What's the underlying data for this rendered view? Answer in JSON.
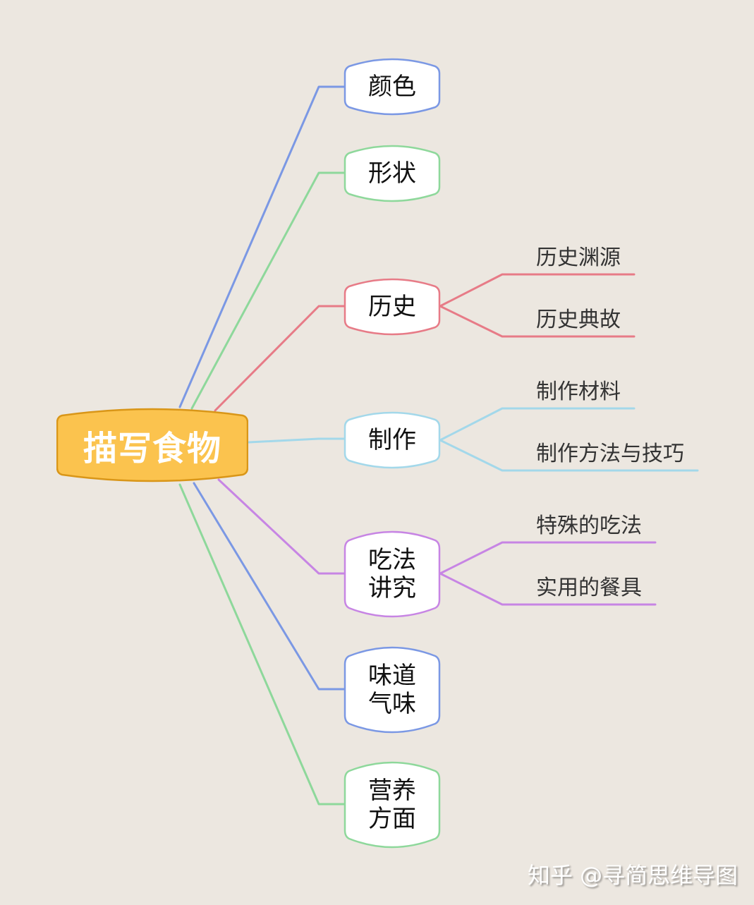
{
  "root": {
    "label": "描写食物",
    "fill": "#fbc34e",
    "stroke": "#d99618"
  },
  "branches": [
    {
      "label": "颜色",
      "color": "#7b98e4",
      "children": []
    },
    {
      "label": "形状",
      "color": "#8ed89b",
      "children": []
    },
    {
      "label": "历史",
      "color": "#e77b87",
      "children": [
        "历史渊源",
        "历史典故"
      ]
    },
    {
      "label": "制作",
      "color": "#a3d8ea",
      "children": [
        "制作材料",
        "制作方法与技巧"
      ]
    },
    {
      "label": "吃法\n讲究",
      "color": "#c785e4",
      "children": [
        "特殊的吃法",
        "实用的餐具"
      ]
    },
    {
      "label": "味道\n气味",
      "color": "#7b98e4",
      "children": []
    },
    {
      "label": "营养\n方面",
      "color": "#8ed89b",
      "children": []
    }
  ],
  "watermark": "知乎 @寻简思维导图",
  "background": "#ece7e0"
}
